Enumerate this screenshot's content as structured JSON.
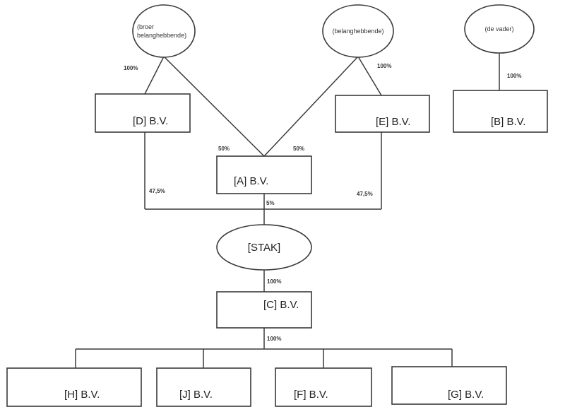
{
  "colors": {
    "line": "#3a3a3a",
    "text": "#222222",
    "background": "#ffffff"
  },
  "owners": {
    "broer": {
      "line1": "(broer",
      "line2": "belanghebbende)"
    },
    "belanghebbende": {
      "label": "(belanghebbende)"
    },
    "vader": {
      "label": "(de vader)"
    }
  },
  "companies": {
    "d": "[D]  B.V.",
    "e": "[E]  B.V.",
    "b": "[B]  B.V.",
    "a": "[A]  B.V.",
    "stak": "[STAK]",
    "c": "[C]  B.V.",
    "h": "[H]  B.V.",
    "j": "[J]  B.V.",
    "f": "[F]  B.V.",
    "g": "[G]  B.V."
  },
  "percentages": {
    "broer_to_d": "100%",
    "belang_to_e": "100%",
    "vader_to_b": "100%",
    "to_a_left": "50%",
    "to_a_right": "50%",
    "d_to_stak": "47,5%",
    "e_to_stak": "47,5%",
    "a_to_stak": "5%",
    "stak_to_c": "100%",
    "c_to_subs": "100%"
  }
}
